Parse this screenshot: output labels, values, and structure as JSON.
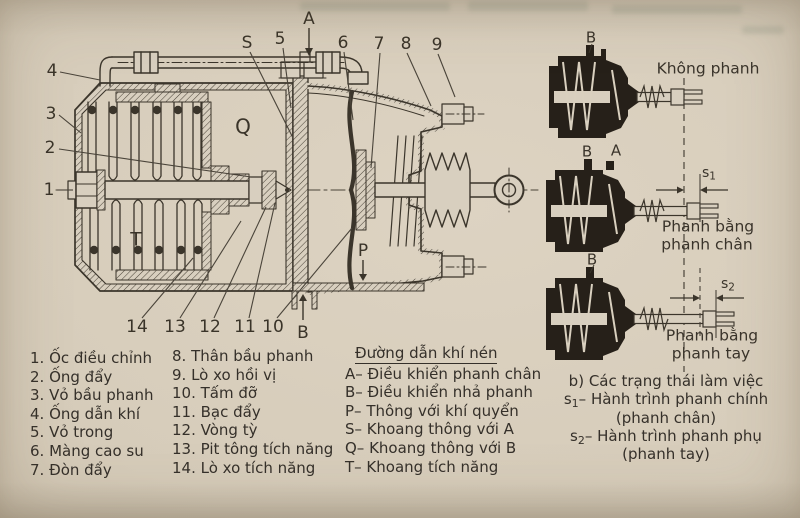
{
  "palette": {
    "paper": "#d6ccba",
    "ink": "#3b352b",
    "dark_fill": "#262019"
  },
  "figure": {
    "callouts": {
      "n1": "1",
      "n2": "2",
      "n3": "3",
      "n4": "4",
      "n5": "5",
      "n6": "6",
      "n7": "7",
      "n8": "8",
      "n9": "9",
      "n10": "10",
      "n11": "11",
      "n12": "12",
      "n13": "13",
      "n14": "14",
      "S": "S",
      "A": "A",
      "B": "B",
      "P": "P",
      "Q": "Q",
      "T": "T"
    },
    "states": {
      "d1": {
        "label_b": "B",
        "caption": "Không phanh"
      },
      "d2": {
        "label_b": "B",
        "label_a": "A",
        "s_base": "s",
        "s_sub": "1",
        "caption1": "Phanh bằng",
        "caption2": "phanh chân"
      },
      "d3": {
        "label_b": "B",
        "s_base": "s",
        "s_sub": "2",
        "caption1": "Phanh bằng",
        "caption2": "phanh tay"
      }
    }
  },
  "legend": {
    "col1": [
      "1. Ốc điều chỉnh",
      "2. Ống đẩy",
      "3. Vỏ bầu phanh",
      "4. Ống dẫn khí",
      "5. Vỏ trong",
      "6. Màng cao su",
      "7. Đòn đẩy"
    ],
    "col2": [
      "8. Thân bầu phanh",
      "9. Lò xo hồi vị",
      "10. Tấm đỡ",
      "11. Bạc đẩy",
      "12. Vòng tỳ",
      "13. Pit tông tích năng",
      "14. Lò xo tích năng"
    ],
    "air": {
      "title": "Đường dẫn khí nén",
      "items": [
        "A– Điều khiển phanh chân",
        "B– Điều khiển nhả phanh",
        "P– Thông với khí quyển",
        "S– Khoang thông với A",
        "Q– Khoang thông với B",
        "T– Khoang tích năng"
      ]
    },
    "states": {
      "title": "b) Các trạng thái làm việc",
      "s1_base": "s",
      "s1_sub": "1",
      "s1_rest": "– Hành trình phanh chính",
      "s1_note": "(phanh chân)",
      "s2_base": "s",
      "s2_sub": "2",
      "s2_rest": "– Hành trình phanh phụ",
      "s2_note": "(phanh tay)"
    }
  }
}
